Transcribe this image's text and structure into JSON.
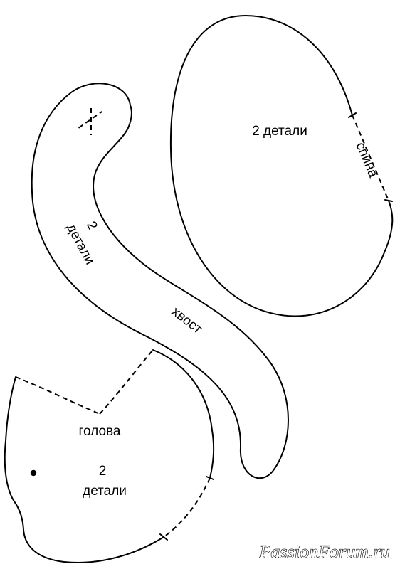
{
  "pieces": {
    "back": {
      "count_label": "2 детали",
      "edge_label": "спина"
    },
    "tail": {
      "count_line1": "2",
      "count_line2": "детали",
      "name": "хвост"
    },
    "head": {
      "name": "голова",
      "count_line1": "2",
      "count_line2": "детали"
    }
  },
  "watermark": "PassionForum.ru"
}
